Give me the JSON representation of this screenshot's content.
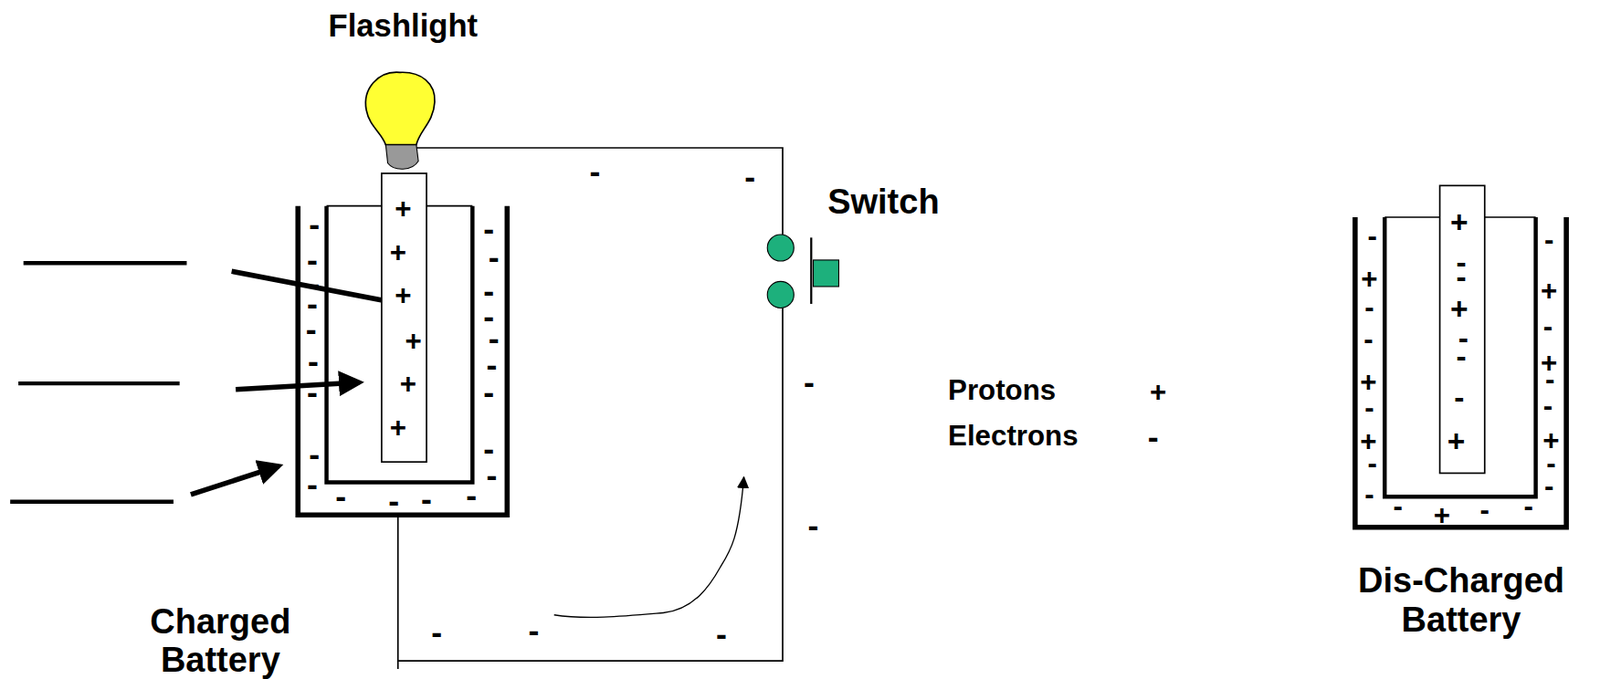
{
  "diagram": {
    "labels": [
      "Flashlight",
      "+",
      "+",
      "+",
      "+",
      "+",
      "+",
      "-",
      "-",
      "-",
      "-",
      "-",
      "-",
      "-",
      "-",
      "-",
      "-",
      "-",
      "-",
      "-",
      "-",
      "-",
      "-",
      "-",
      "-",
      "-",
      "-",
      "-",
      "-",
      "-",
      "-",
      "-",
      "-",
      "-",
      "-",
      "-",
      "Switch",
      "Protons",
      "+",
      "Electrons",
      "-",
      "+",
      "-",
      "-",
      "+",
      "-",
      "-",
      "-",
      "+",
      "-",
      "+",
      "-",
      "-",
      "+",
      "-",
      "+",
      "-",
      "-",
      "-",
      "+",
      "-",
      "+",
      "-",
      "-",
      "+",
      "-",
      "-",
      "-",
      "+",
      "-",
      "-",
      "Charged Battery",
      "Dis-Charged Battery"
    ]
  }
}
